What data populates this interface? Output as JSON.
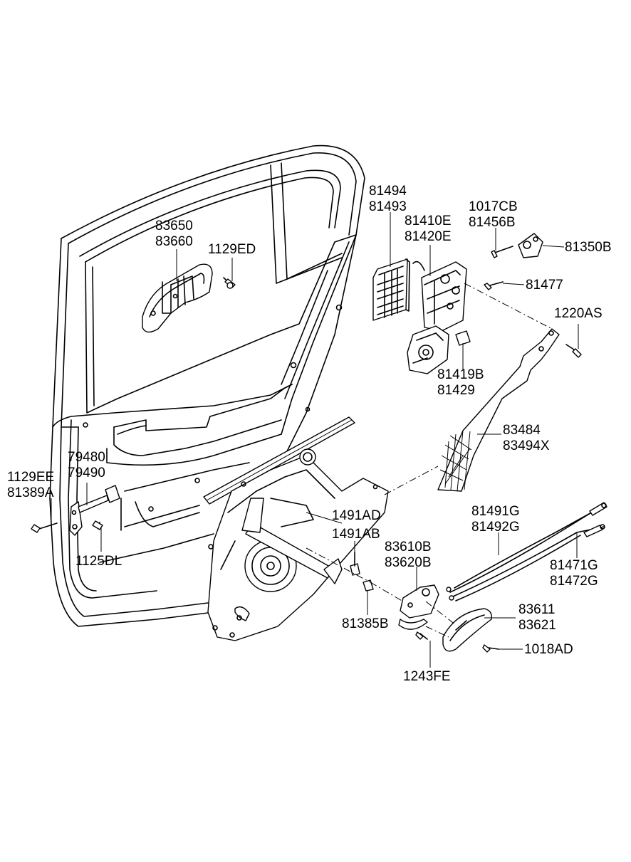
{
  "labels": {
    "l83650": [
      "83650",
      "83660"
    ],
    "l1129ED": [
      "1129ED"
    ],
    "l81494": [
      "81494",
      "81493"
    ],
    "l81410E": [
      "81410E",
      "81420E"
    ],
    "l1017CB": [
      "1017CB",
      "81456B"
    ],
    "l81350B": [
      "81350B"
    ],
    "l81477": [
      "81477"
    ],
    "l1220AS": [
      "1220AS"
    ],
    "l81419B": [
      "81419B",
      "81429"
    ],
    "l83484": [
      "83484",
      "83494X"
    ],
    "l79480": [
      "79480",
      "79490"
    ],
    "l1129EE": [
      "1129EE",
      "81389A"
    ],
    "l1125DL": [
      "1125DL"
    ],
    "l1491AD": [
      "1491AD"
    ],
    "l1491AB": [
      "1491AB"
    ],
    "l81491G": [
      "81491G",
      "81492G"
    ],
    "l83610B": [
      "83610B",
      "83620B"
    ],
    "l81471G": [
      "81471G",
      "81472G"
    ],
    "l83611": [
      "83611",
      "83621"
    ],
    "l81385B": [
      "81385B"
    ],
    "l1018AD": [
      "1018AD"
    ],
    "l1243FE": [
      "1243FE"
    ]
  }
}
